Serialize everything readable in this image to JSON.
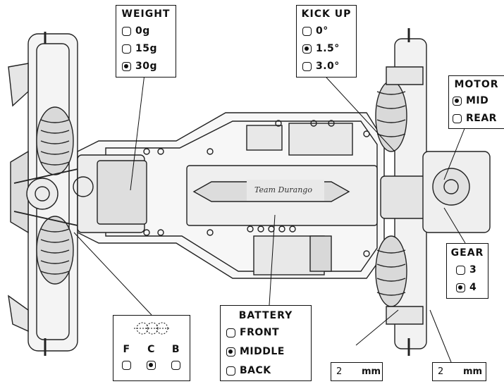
{
  "weight": {
    "title": "WEIGHT",
    "options": [
      {
        "label": "0g",
        "selected": false
      },
      {
        "label": "15g",
        "selected": false
      },
      {
        "label": "30g",
        "selected": true
      }
    ]
  },
  "kickup": {
    "title": "KICK UP",
    "options": [
      {
        "label": "0°",
        "selected": false
      },
      {
        "label": "1.5°",
        "selected": true
      },
      {
        "label": "3.0°",
        "selected": false
      }
    ]
  },
  "motor": {
    "title": "MOTOR",
    "options": [
      {
        "label": "MID",
        "selected": true
      },
      {
        "label": "REAR",
        "selected": false
      }
    ]
  },
  "gear": {
    "title": "GEAR",
    "options": [
      {
        "label": "3",
        "selected": false
      },
      {
        "label": "4",
        "selected": true
      }
    ]
  },
  "battery": {
    "title": "BATTERY",
    "options": [
      {
        "label": "FRONT",
        "selected": false
      },
      {
        "label": "MIDDLE",
        "selected": true
      },
      {
        "label": "BACK",
        "selected": false
      }
    ]
  },
  "position": {
    "options": [
      {
        "label": "F",
        "selected": false
      },
      {
        "label": "C",
        "selected": true
      },
      {
        "label": "B",
        "selected": false
      }
    ]
  },
  "spacers": [
    {
      "value": "2",
      "unit": "mm"
    },
    {
      "value": "2",
      "unit": "mm"
    }
  ],
  "chassis_logo": "Team Durango"
}
